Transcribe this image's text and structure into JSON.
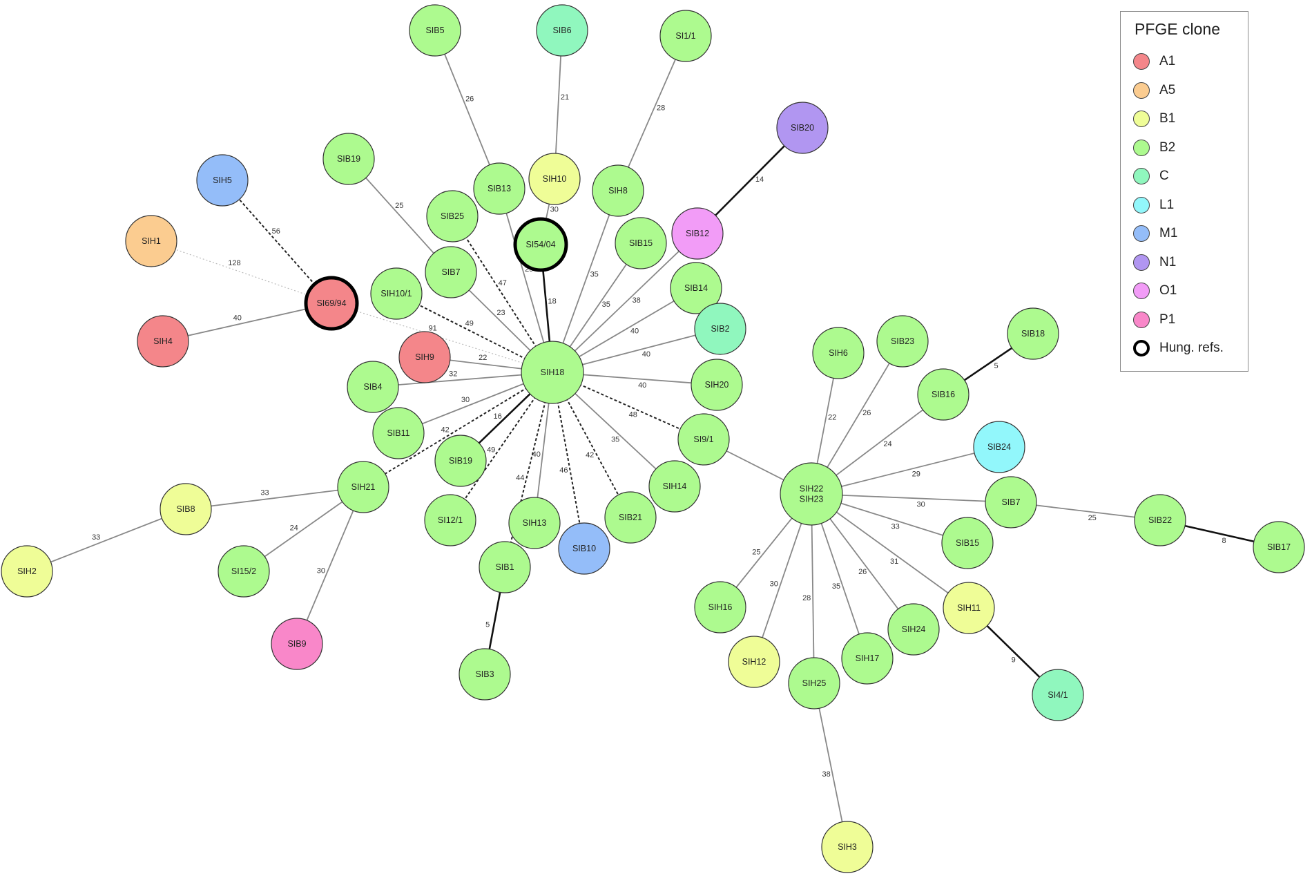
{
  "colors": {
    "A1": "#f4868a",
    "A5": "#fbcc90",
    "B1": "#effd97",
    "B2": "#adfa8f",
    "C": "#90f7be",
    "L1": "#92f7fb",
    "M1": "#94bdf9",
    "N1": "#b196f1",
    "O1": "#f29cf7",
    "P1": "#f987c9"
  },
  "legend": {
    "title": "PFGE clone",
    "items": [
      {
        "key": "A1",
        "label": "A1"
      },
      {
        "key": "A5",
        "label": "A5"
      },
      {
        "key": "B1",
        "label": "B1"
      },
      {
        "key": "B2",
        "label": "B2"
      },
      {
        "key": "C",
        "label": "C"
      },
      {
        "key": "L1",
        "label": "L1"
      },
      {
        "key": "M1",
        "label": "M1"
      },
      {
        "key": "N1",
        "label": "N1"
      },
      {
        "key": "O1",
        "label": "O1"
      },
      {
        "key": "P1",
        "label": "P1"
      }
    ],
    "ref_label": "Hung. refs."
  },
  "nodes": [
    {
      "id": "SIB5",
      "label": "SIB5",
      "clone": "B2"
    },
    {
      "id": "SIB6",
      "label": "SIB6",
      "clone": "C"
    },
    {
      "id": "SI1/1",
      "label": "SI1/1",
      "clone": "B2"
    },
    {
      "id": "SIB20",
      "label": "SIB20",
      "clone": "N1"
    },
    {
      "id": "SIB19",
      "label": "SIB19",
      "clone": "B2"
    },
    {
      "id": "SIH5",
      "label": "SIH5",
      "clone": "M1"
    },
    {
      "id": "SIB13",
      "label": "SIB13",
      "clone": "B2"
    },
    {
      "id": "SIH10",
      "label": "SIH10",
      "clone": "B1"
    },
    {
      "id": "SIH8",
      "label": "SIH8",
      "clone": "B2"
    },
    {
      "id": "SIB25",
      "label": "SIB25",
      "clone": "B2"
    },
    {
      "id": "SI54/04",
      "label": "SI54/04",
      "clone": "B2",
      "ref": true
    },
    {
      "id": "SIB12",
      "label": "SIB12",
      "clone": "O1"
    },
    {
      "id": "SIH1",
      "label": "SIH1",
      "clone": "A5"
    },
    {
      "id": "SIB15top",
      "label": "SIB15",
      "clone": "B2"
    },
    {
      "id": "SIB7top",
      "label": "SIB7",
      "clone": "B2"
    },
    {
      "id": "SI69/94",
      "label": "SI69/94",
      "clone": "A1",
      "ref": true
    },
    {
      "id": "SIH10/1",
      "label": "SIH10/1",
      "clone": "B2"
    },
    {
      "id": "SIB14",
      "label": "SIB14",
      "clone": "B2"
    },
    {
      "id": "SIH4",
      "label": "SIH4",
      "clone": "A1"
    },
    {
      "id": "SIB2",
      "label": "SIB2",
      "clone": "C"
    },
    {
      "id": "SIH9",
      "label": "SIH9",
      "clone": "A1"
    },
    {
      "id": "SIH18",
      "label": "SIH18",
      "clone": "B2"
    },
    {
      "id": "SIB4",
      "label": "SIB4",
      "clone": "B2"
    },
    {
      "id": "SIH20",
      "label": "SIH20",
      "clone": "B2"
    },
    {
      "id": "SIB11",
      "label": "SIB11",
      "clone": "B2"
    },
    {
      "id": "SI9/1",
      "label": "SI9/1",
      "clone": "B2"
    },
    {
      "id": "SIB19b",
      "label": "SIB19",
      "clone": "B2"
    },
    {
      "id": "SIH21",
      "label": "SIH21",
      "clone": "B2"
    },
    {
      "id": "SIH14",
      "label": "SIH14",
      "clone": "B2"
    },
    {
      "id": "SIB8",
      "label": "SIB8",
      "clone": "B1"
    },
    {
      "id": "SI12/1",
      "label": "SI12/1",
      "clone": "B2"
    },
    {
      "id": "SIH13",
      "label": "SIH13",
      "clone": "B2"
    },
    {
      "id": "SIB21",
      "label": "SIB21",
      "clone": "B2"
    },
    {
      "id": "SIB10",
      "label": "SIB10",
      "clone": "M1"
    },
    {
      "id": "SIB1",
      "label": "SIB1",
      "clone": "B2"
    },
    {
      "id": "SI15/2",
      "label": "SI15/2",
      "clone": "B2"
    },
    {
      "id": "SIH2",
      "label": "SIH2",
      "clone": "B1"
    },
    {
      "id": "SIB9",
      "label": "SIB9",
      "clone": "P1"
    },
    {
      "id": "SIB3",
      "label": "SIB3",
      "clone": "B2"
    },
    {
      "id": "SIH6",
      "label": "SIH6",
      "clone": "B2"
    },
    {
      "id": "SIB23",
      "label": "SIB23",
      "clone": "B2"
    },
    {
      "id": "SIB18",
      "label": "SIB18",
      "clone": "B2"
    },
    {
      "id": "SIB16",
      "label": "SIB16",
      "clone": "B2"
    },
    {
      "id": "SIB24",
      "label": "SIB24",
      "clone": "L1"
    },
    {
      "id": "SIH22",
      "label": "SIH22\nSIH23",
      "clone": "B2"
    },
    {
      "id": "SIB7",
      "label": "SIB7",
      "clone": "B2"
    },
    {
      "id": "SIB22",
      "label": "SIB22",
      "clone": "B2"
    },
    {
      "id": "SIB17",
      "label": "SIB17",
      "clone": "B2"
    },
    {
      "id": "SIB15",
      "label": "SIB15",
      "clone": "B2"
    },
    {
      "id": "SIH16",
      "label": "SIH16",
      "clone": "B2"
    },
    {
      "id": "SIH11",
      "label": "SIH11",
      "clone": "B1"
    },
    {
      "id": "SIH24",
      "label": "SIH24",
      "clone": "B2"
    },
    {
      "id": "SIH12",
      "label": "SIH12",
      "clone": "B1"
    },
    {
      "id": "SIH17",
      "label": "SIH17",
      "clone": "B2"
    },
    {
      "id": "SIB25b",
      "label": "SIH25",
      "clone": "B2"
    },
    {
      "id": "SI4/1",
      "label": "SI4/1",
      "clone": "C"
    },
    {
      "id": "SIH3",
      "label": "SIH3",
      "clone": "B1"
    }
  ],
  "edges": [
    {
      "from": "SIH18",
      "to": "SIB13",
      "label": "29",
      "style": "solid"
    },
    {
      "from": "SIB13",
      "to": "SIB5",
      "label": "26",
      "style": "solid"
    },
    {
      "from": "SIH10",
      "to": "SIB6",
      "label": "21",
      "style": "solid"
    },
    {
      "from": "SI54/04",
      "to": "SIH10",
      "label": "30",
      "style": "solid"
    },
    {
      "from": "SIH18",
      "to": "SI54/04",
      "label": "18",
      "style": "bold"
    },
    {
      "from": "SIH18",
      "to": "SIH8",
      "label": "35",
      "style": "solid"
    },
    {
      "from": "SIH8",
      "to": "SI1/1",
      "label": "28",
      "style": "solid"
    },
    {
      "from": "SIB12",
      "to": "SIB20",
      "label": "14",
      "style": "bold"
    },
    {
      "from": "SIH18",
      "to": "SIB12",
      "label": "38",
      "style": "solid"
    },
    {
      "from": "SIH18",
      "to": "SIB15top",
      "label": "35",
      "style": "solid"
    },
    {
      "from": "SIH18",
      "to": "SIB14",
      "label": "40",
      "style": "solid"
    },
    {
      "from": "SIH18",
      "to": "SIB2",
      "label": "40",
      "style": "solid"
    },
    {
      "from": "SIH18",
      "to": "SIH20",
      "label": "40",
      "style": "solid"
    },
    {
      "from": "SIH18",
      "to": "SI9/1",
      "label": "48",
      "style": "dashed"
    },
    {
      "from": "SIH18",
      "to": "SIH14",
      "label": "35",
      "style": "solid"
    },
    {
      "from": "SIH18",
      "to": "SIB21",
      "label": "42",
      "style": "dashed"
    },
    {
      "from": "SIH18",
      "to": "SIB10",
      "label": "46",
      "style": "dashed"
    },
    {
      "from": "SIH18",
      "to": "SIH13",
      "label": "40",
      "style": "solid"
    },
    {
      "from": "SIH18",
      "to": "SIB1",
      "label": "44",
      "style": "dashed"
    },
    {
      "from": "SIH18",
      "to": "SI12/1",
      "label": "49",
      "style": "dashed"
    },
    {
      "from": "SIH18",
      "to": "SIB19b",
      "label": "16",
      "style": "bold"
    },
    {
      "from": "SIH18",
      "to": "SIH21",
      "label": "42",
      "style": "dashed"
    },
    {
      "from": "SIH18",
      "to": "SIB11",
      "label": "30",
      "style": "solid"
    },
    {
      "from": "SIH18",
      "to": "SIB4",
      "label": "32",
      "style": "solid"
    },
    {
      "from": "SIH18",
      "to": "SIH9",
      "label": "22",
      "style": "solid"
    },
    {
      "from": "SIH18",
      "to": "SI69/94",
      "label": "91",
      "style": "faint"
    },
    {
      "from": "SIH18",
      "to": "SIH10/1",
      "label": "49",
      "style": "dashed"
    },
    {
      "from": "SIH18",
      "to": "SIB7top",
      "label": "23",
      "style": "solid"
    },
    {
      "from": "SIB7top",
      "to": "SIB19",
      "label": "25",
      "style": "solid"
    },
    {
      "from": "SIH18",
      "to": "SIB25",
      "label": "47",
      "style": "dashed"
    },
    {
      "from": "SI69/94",
      "to": "SIH5",
      "label": "56",
      "style": "dashed"
    },
    {
      "from": "SI69/94",
      "to": "SIH1",
      "label": "128",
      "style": "faint"
    },
    {
      "from": "SI69/94",
      "to": "SIH4",
      "label": "40",
      "style": "solid"
    },
    {
      "from": "SIH21",
      "to": "SIB8",
      "label": "33",
      "style": "solid"
    },
    {
      "from": "SIB8",
      "to": "SIH2",
      "label": "33",
      "style": "solid"
    },
    {
      "from": "SIH21",
      "to": "SI15/2",
      "label": "24",
      "style": "solid"
    },
    {
      "from": "SIH21",
      "to": "SIB9",
      "label": "30",
      "style": "solid"
    },
    {
      "from": "SIB1",
      "to": "SIB3",
      "label": "5",
      "style": "bold"
    },
    {
      "from": "SI9/1",
      "to": "SIH22",
      "label": "",
      "style": "solid"
    },
    {
      "from": "SIH22",
      "to": "SIH6",
      "label": "22",
      "style": "solid"
    },
    {
      "from": "SIH22",
      "to": "SIB23",
      "label": "26",
      "style": "solid"
    },
    {
      "from": "SIH22",
      "to": "SIB16",
      "label": "24",
      "style": "solid"
    },
    {
      "from": "SIB16",
      "to": "SIB18",
      "label": "5",
      "style": "bold"
    },
    {
      "from": "SIH22",
      "to": "SIB24",
      "label": "29",
      "style": "solid"
    },
    {
      "from": "SIH22",
      "to": "SIB7",
      "label": "30",
      "style": "solid"
    },
    {
      "from": "SIB7",
      "to": "SIB22",
      "label": "25",
      "style": "solid"
    },
    {
      "from": "SIB22",
      "to": "SIB17",
      "label": "8",
      "style": "bold"
    },
    {
      "from": "SIH22",
      "to": "SIB15",
      "label": "33",
      "style": "solid"
    },
    {
      "from": "SIH22",
      "to": "SIH11",
      "label": "31",
      "style": "solid"
    },
    {
      "from": "SIH11",
      "to": "SI4/1",
      "label": "9",
      "style": "bold"
    },
    {
      "from": "SIH22",
      "to": "SIH24",
      "label": "26",
      "style": "solid"
    },
    {
      "from": "SIH22",
      "to": "SIH17",
      "label": "35",
      "style": "solid"
    },
    {
      "from": "SIH22",
      "to": "SIB25b",
      "label": "28",
      "style": "solid"
    },
    {
      "from": "SIH22",
      "to": "SIH12",
      "label": "30",
      "style": "solid"
    },
    {
      "from": "SIH22",
      "to": "SIH16",
      "label": "25",
      "style": "solid"
    },
    {
      "from": "SIB25b",
      "to": "SIH3",
      "label": "38",
      "style": "solid"
    }
  ]
}
